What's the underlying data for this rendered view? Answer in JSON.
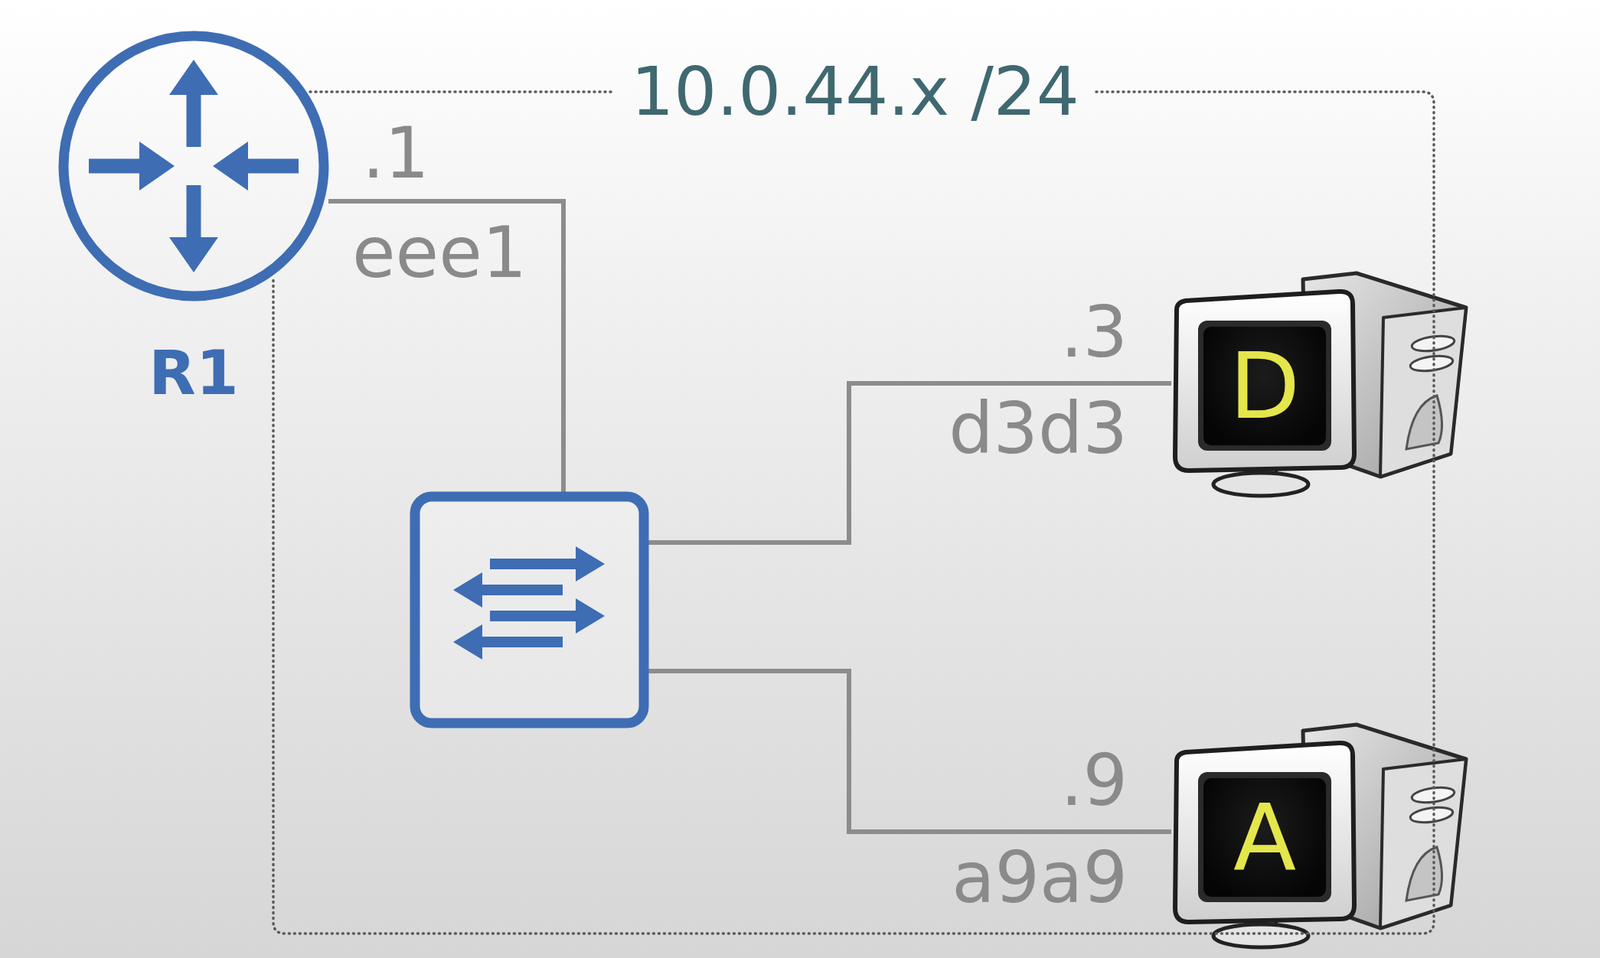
{
  "diagram": {
    "nodes": [
      {
        "text": [
          "10.0.44.x /24"
        ]
      },
      {
        "text": [
          "R1"
        ]
      },
      {
        "text": [
          "D"
        ],
        "in": 0
      },
      {
        "text": [
          "A"
        ],
        "in": 0
      }
    ],
    "labels": [
      ".1",
      "eee1",
      ".3",
      "d3d3",
      ".9",
      "a9a9"
    ]
  }
}
